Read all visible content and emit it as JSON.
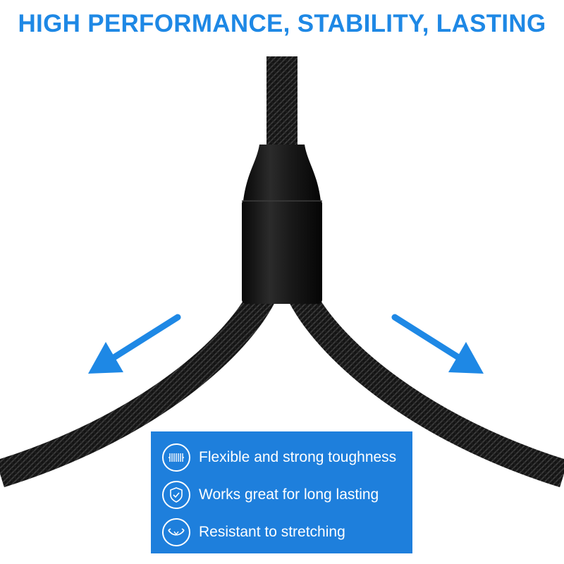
{
  "headline": "HIGH PERFORMANCE, STABILITY, LASTING",
  "colors": {
    "accent": "#1e88e5",
    "panel": "#1e7fdc",
    "cable": "#121212",
    "background": "#ffffff"
  },
  "features": [
    {
      "icon": "spring-coil-icon",
      "text": "Flexible and strong toughness"
    },
    {
      "icon": "shield-check-icon",
      "text": "Works great for long lasting"
    },
    {
      "icon": "stretch-arrows-icon",
      "text": "Resistant to stretching"
    }
  ]
}
